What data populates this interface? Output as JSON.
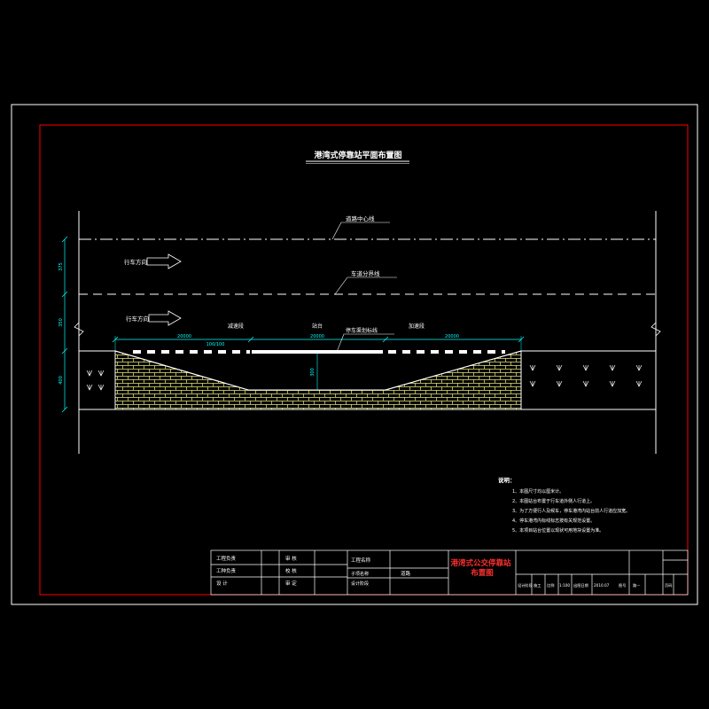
{
  "drawing": {
    "title": "港湾式停靠站平面布置图",
    "road": {
      "center_line_label": "道路中心线",
      "lane_line_label": "车道分界线",
      "direction_label": "行车方向",
      "stop_line_label": "停车渠划标线",
      "left_section": "减速段",
      "middle_section": "站台",
      "right_section": "加速段"
    },
    "dims": {
      "left_len": "20000",
      "mid_len": "20000",
      "right_len": "20000",
      "dash_spacing": "100/100",
      "bay_depth": "300",
      "v1": "375",
      "v2": "350",
      "v3": "400"
    }
  },
  "notes": {
    "heading": "说明：",
    "items": [
      "1、本图尺寸均以厘米计。",
      "2、本图站台布置于行车道外侧人行道上。",
      "3、为了方便行人及候车，停车港湾内站台前人行道应加宽。",
      "4、停车港湾内标线标志按有关规范设置。",
      "5、本项目站台位置以现状可用地块设置为准。"
    ]
  },
  "title_block": {
    "c1": [
      "工程负责",
      "工种负责",
      "设 计"
    ],
    "c2": [
      "审 核",
      "校 核",
      "审 定"
    ],
    "project_name_label": "工程名称",
    "sub_item_label": "子项名称",
    "design_phase_label": "设计阶段",
    "design_phase_value": "道路",
    "drawing_title": "港湾式公交停靠站布置图",
    "bottom": [
      "设计阶段",
      "施工",
      "比例",
      "1:100",
      "出图日期",
      "2010.07",
      "图号",
      "路—",
      "页码"
    ]
  },
  "colors": {
    "background": "#000000",
    "frame": "#ff0000",
    "lines": "#ffffff",
    "dim": "#00ffff",
    "brick": "#ffff80",
    "title_red": "#ff3030"
  }
}
